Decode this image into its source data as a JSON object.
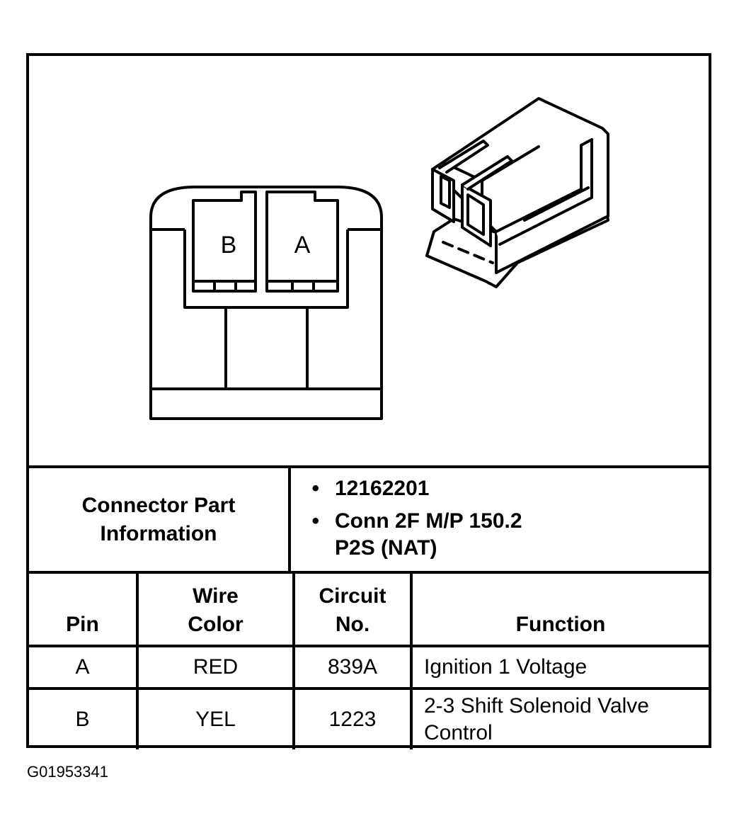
{
  "connector": {
    "pin_labels": [
      "B",
      "A"
    ]
  },
  "part_info": {
    "label_line1": "Connector Part",
    "label_line2": "Information",
    "bullet": "•",
    "part_number": "12162201",
    "desc_line1": "Conn 2F M/P 150.2",
    "desc_line2": "P2S (NAT)"
  },
  "table": {
    "headers": {
      "pin": "Pin",
      "wire_color_line1": "Wire",
      "wire_color_line2": "Color",
      "circuit_line1": "Circuit",
      "circuit_line2": "No.",
      "function": "Function"
    },
    "rows": [
      {
        "pin": "A",
        "wire_color": "RED",
        "circuit": "839A",
        "function": "Ignition 1 Voltage"
      },
      {
        "pin": "B",
        "wire_color": "YEL",
        "circuit": "1223",
        "function_line1": "2-3 Shift Solenoid Valve",
        "function_line2": "Control"
      }
    ]
  },
  "figure_id": "G01953341"
}
